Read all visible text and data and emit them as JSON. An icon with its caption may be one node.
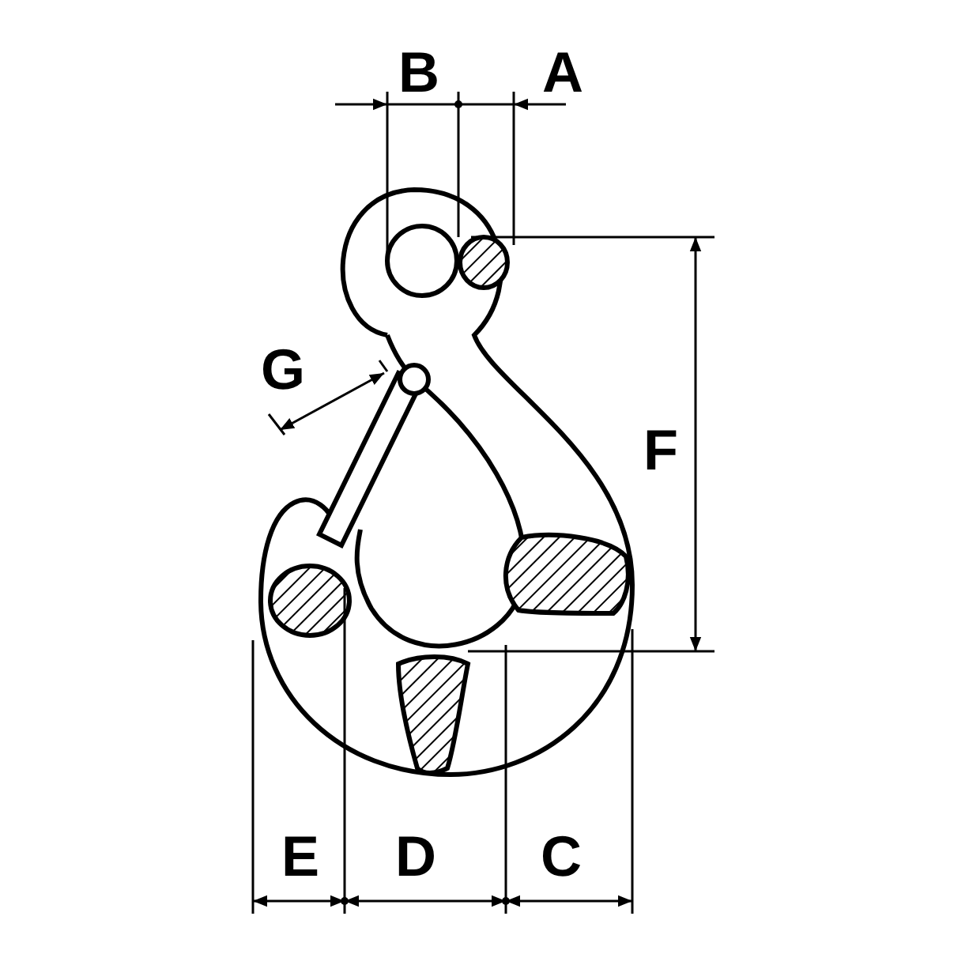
{
  "diagram": {
    "labels": [
      "B",
      "A",
      "G",
      "F",
      "E",
      "D",
      "C"
    ]
  }
}
